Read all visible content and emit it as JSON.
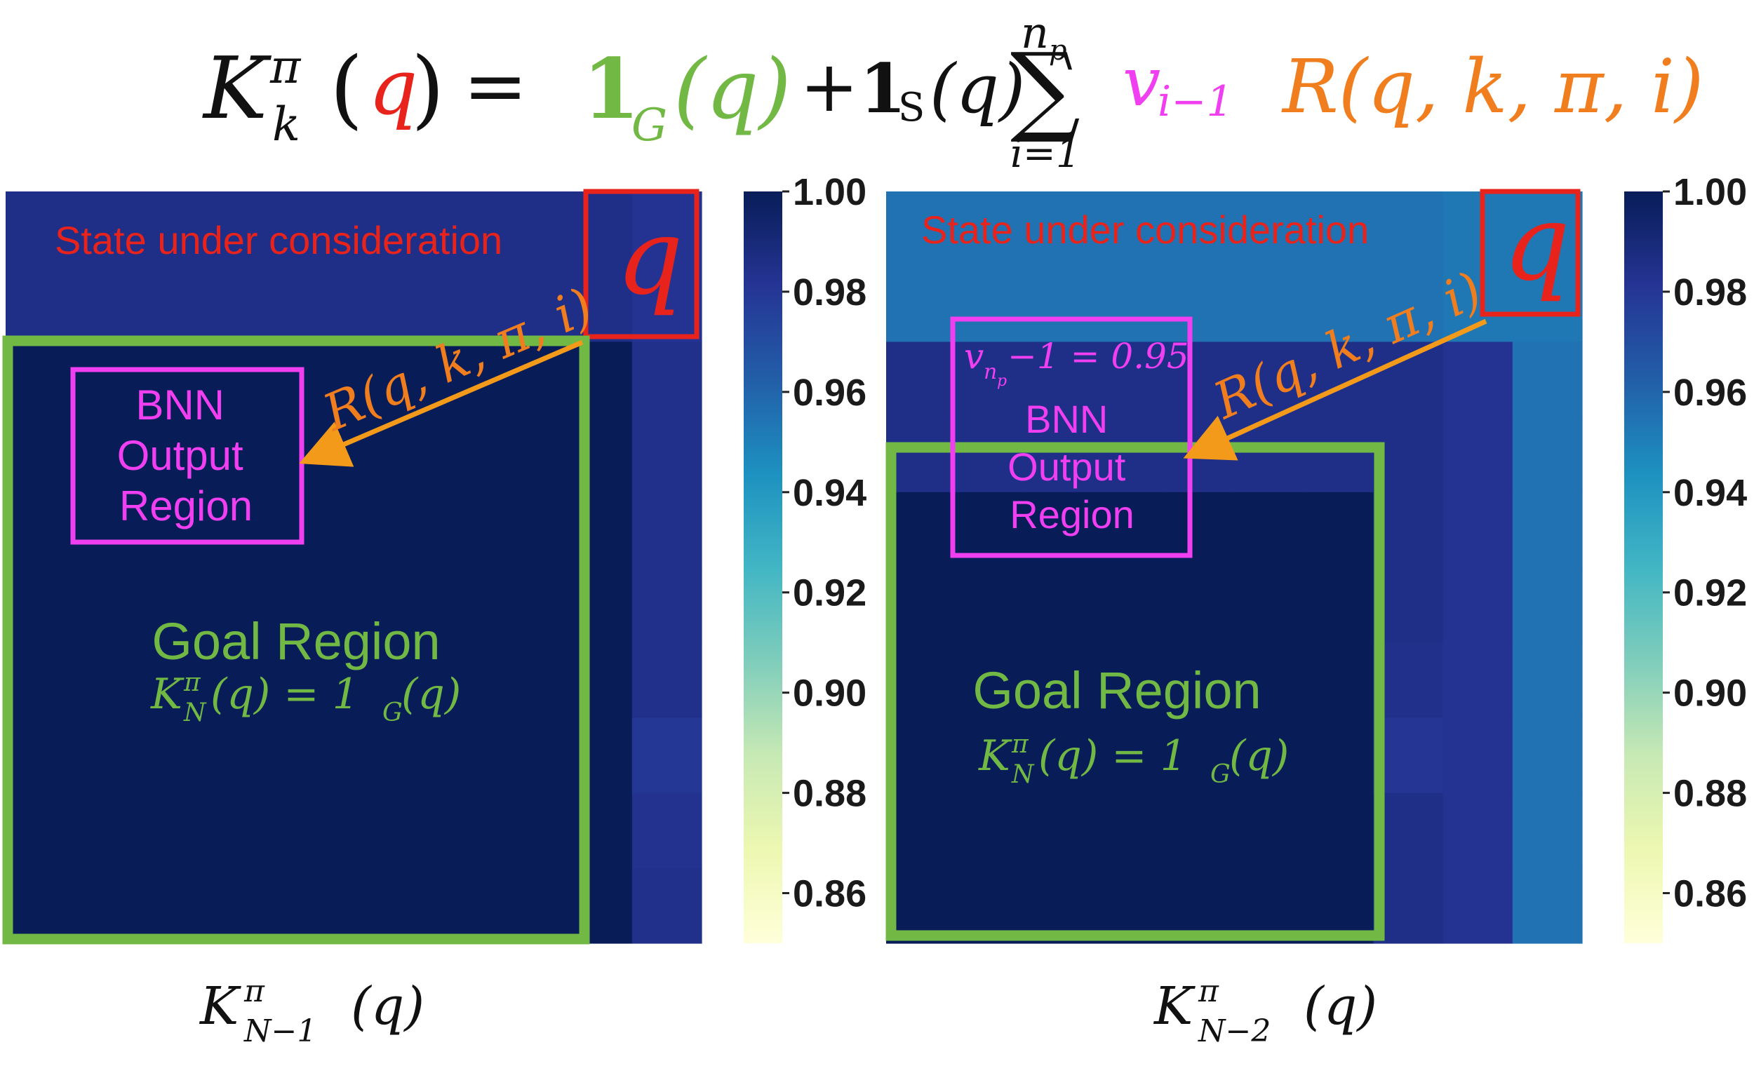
{
  "equation": {
    "lhs_symbol": "K",
    "lhs_sup": "π",
    "lhs_sub": "k",
    "paren_open": "(",
    "var_q": "q",
    "paren_close": ")",
    "equals": "=",
    "goal_indicator": "1",
    "goal_sub": "G",
    "goal_arg": "(q)",
    "plus": "+",
    "safe_indicator": "1",
    "safe_sub": "S",
    "safe_arg": "(q)",
    "sum_symbol": "∑",
    "sum_upper": "n",
    "sum_upper_sub": "p",
    "sum_lower": "i=1",
    "v_term": "v",
    "v_sub": "i−1",
    "r_term": "R(q, k, π, i)"
  },
  "colors": {
    "q_red": "#e8231c",
    "goal_green": "#72b844",
    "bnn_magenta": "#f03ff0",
    "r_orange": "#f07d1e",
    "arrow_orange": "#f39a1b"
  },
  "left_panel": {
    "state_label": "State under consideration",
    "q_label": "q",
    "r_label": "R(q, k, π, i)",
    "bnn_lines": [
      "BNN",
      "Output",
      "Region"
    ],
    "goal_title": "Goal Region",
    "goal_formula": "K",
    "goal_formula_sup": "π",
    "goal_formula_sub": "N",
    "goal_formula_rest": "(q) = 1",
    "goal_formula_rest_sub": "G",
    "goal_formula_end": "(q)",
    "caption": "K",
    "caption_sup": "π",
    "caption_sub": "N−1",
    "caption_rest": "(q)",
    "heat_values": [
      [
        0.985,
        0.985,
        0.985,
        0.985,
        0.985,
        0.985,
        0.985,
        0.985,
        0.985,
        0.982
      ],
      [
        0.985,
        0.985,
        0.985,
        0.985,
        0.985,
        0.985,
        0.985,
        0.985,
        0.985,
        0.982
      ],
      [
        1.0,
        1.0,
        1.0,
        1.0,
        1.0,
        1.0,
        1.0,
        1.0,
        1.0,
        0.984
      ],
      [
        1.0,
        1.0,
        1.0,
        1.0,
        1.0,
        1.0,
        1.0,
        1.0,
        1.0,
        0.984
      ],
      [
        1.0,
        1.0,
        1.0,
        1.0,
        1.0,
        1.0,
        1.0,
        1.0,
        1.0,
        0.984
      ],
      [
        1.0,
        1.0,
        1.0,
        1.0,
        1.0,
        1.0,
        1.0,
        1.0,
        1.0,
        0.984
      ],
      [
        1.0,
        1.0,
        1.0,
        1.0,
        1.0,
        1.0,
        1.0,
        1.0,
        1.0,
        0.984
      ],
      [
        1.0,
        1.0,
        1.0,
        1.0,
        1.0,
        1.0,
        1.0,
        1.0,
        1.0,
        0.98
      ],
      [
        1.0,
        1.0,
        1.0,
        1.0,
        1.0,
        1.0,
        1.0,
        1.0,
        1.0,
        0.983
      ],
      [
        1.0,
        1.0,
        1.0,
        1.0,
        1.0,
        1.0,
        1.0,
        1.0,
        1.0,
        0.984
      ]
    ]
  },
  "right_panel": {
    "state_label": "State under consideration",
    "q_label": "q",
    "r_label": "R(q, k, π, i)",
    "v_label": "v",
    "v_label_sub": "n",
    "v_label_subsub": "p",
    "v_label_rest": "−1 = 0.95",
    "bnn_lines": [
      "BNN",
      "Output",
      "Region"
    ],
    "goal_title": "Goal Region",
    "goal_formula": "K",
    "goal_formula_sup": "π",
    "goal_formula_sub": "N",
    "goal_formula_rest": "(q) = 1",
    "goal_formula_rest_sub": "G",
    "goal_formula_end": "(q)",
    "caption": "K",
    "caption_sup": "π",
    "caption_sub": "N−2",
    "caption_rest": "(q)",
    "heat_values": [
      [
        0.955,
        0.955,
        0.955,
        0.955,
        0.955,
        0.955,
        0.955,
        0.955,
        0.953,
        0.953
      ],
      [
        0.955,
        0.955,
        0.955,
        0.955,
        0.955,
        0.955,
        0.955,
        0.955,
        0.953,
        0.953
      ],
      [
        0.985,
        0.985,
        0.985,
        0.985,
        0.985,
        0.985,
        0.985,
        0.985,
        0.982,
        0.955
      ],
      [
        0.985,
        0.985,
        0.985,
        0.985,
        0.985,
        0.985,
        0.985,
        0.985,
        0.982,
        0.955
      ],
      [
        1.0,
        1.0,
        1.0,
        1.0,
        1.0,
        1.0,
        1.0,
        0.985,
        0.982,
        0.955
      ],
      [
        1.0,
        1.0,
        1.0,
        1.0,
        1.0,
        1.0,
        1.0,
        0.985,
        0.982,
        0.955
      ],
      [
        1.0,
        1.0,
        1.0,
        1.0,
        1.0,
        1.0,
        1.0,
        0.984,
        0.982,
        0.955
      ],
      [
        1.0,
        1.0,
        1.0,
        1.0,
        1.0,
        1.0,
        1.0,
        0.981,
        0.982,
        0.955
      ],
      [
        1.0,
        1.0,
        1.0,
        1.0,
        1.0,
        1.0,
        1.0,
        0.985,
        0.982,
        0.955
      ],
      [
        1.0,
        1.0,
        1.0,
        1.0,
        1.0,
        1.0,
        1.0,
        0.985,
        0.982,
        0.955
      ]
    ]
  },
  "colorbar": {
    "min": 0.85,
    "max": 1.0,
    "ticks": [
      "1.00",
      "0.98",
      "0.96",
      "0.94",
      "0.92",
      "0.90",
      "0.88",
      "0.86"
    ],
    "tick_values": [
      1.0,
      0.98,
      0.96,
      0.94,
      0.92,
      0.9,
      0.88,
      0.86
    ],
    "palette": [
      "#ffffd9",
      "#edf8b1",
      "#c7e9b4",
      "#7fcdbb",
      "#41b6c4",
      "#1d91c0",
      "#225ea8",
      "#253494",
      "#081d58"
    ]
  }
}
